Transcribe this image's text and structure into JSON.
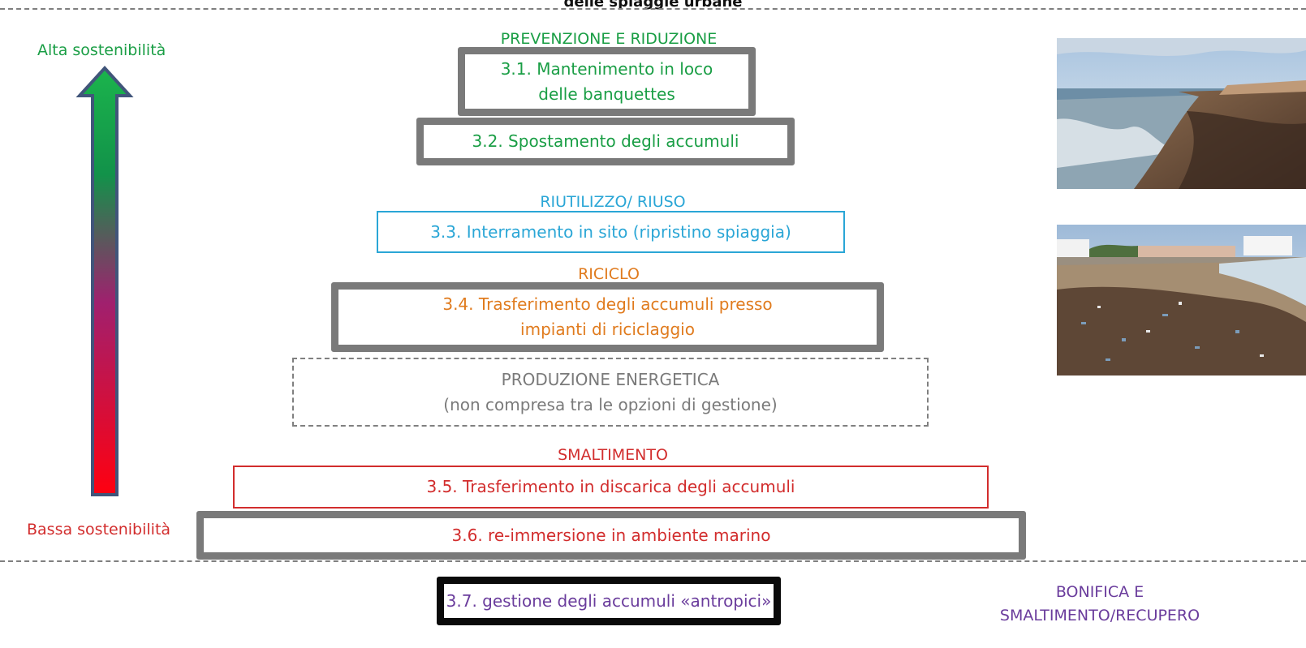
{
  "header_cut_text": "delle spiaggie urbane",
  "arrow": {
    "top_label": "Alta sostenibilità",
    "bottom_label": "Bassa sostenibilità"
  },
  "categories": {
    "prevenzione": "PREVENZIONE E RIDUZIONE",
    "riutilizzo": "RIUTILIZZO/ RIUSO",
    "riciclo": "RICICLO",
    "smaltimento": "SMALTIMENTO",
    "bonifica_line1": "BONIFICA E",
    "bonifica_line2": "SMALTIMENTO/RECUPERO"
  },
  "options": {
    "o31_line1": "3.1. Mantenimento in loco",
    "o31_line2": "delle banquettes",
    "o32": "3.2. Spostamento degli accumuli",
    "o33": "3.3. Interramento in sito (ripristino spiaggia)",
    "o34_line1": "3.4. Trasferimento degli accumuli presso",
    "o34_line2": "impianti di riciclaggio",
    "energia_line1": "PRODUZIONE ENERGETICA",
    "energia_line2": "(non compresa tra le opzioni di gestione)",
    "o35": "3.5. Trasferimento in discarica degli accumuli",
    "o36": "3.6. re-immersione in ambiente marino",
    "o37": "3.7. gestione degli accumuli «antropici»"
  },
  "colors": {
    "green": "#1a9e45",
    "blue": "#2aa6d6",
    "orange": "#e07b1e",
    "red": "#d22d2d",
    "grey": "#7a7a7a",
    "purple": "#6a3c9c"
  }
}
